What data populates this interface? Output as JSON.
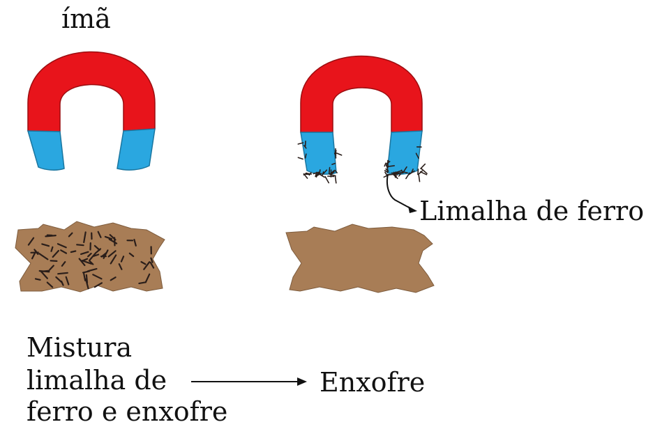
{
  "labels": {
    "magnet": "ímã",
    "iron_filings": "Limalha de ferro",
    "mixture_line1": "Mistura",
    "mixture_line2": "limalha de",
    "mixture_line3": "ferro e enxofre",
    "sulfur": "Enxofre"
  },
  "colors": {
    "magnet_body": "#e8141b",
    "magnet_poles": "#2aa7e0",
    "sulfur": "#a87d56",
    "filings": "#2a1e1a",
    "text": "#111111"
  },
  "icons": {
    "magnet": "horseshoe-magnet-icon",
    "arrow": "arrow-right-icon"
  }
}
